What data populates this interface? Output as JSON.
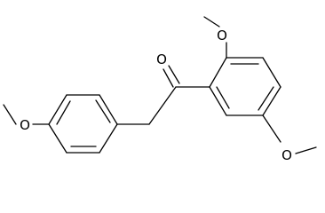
{
  "structure": {
    "atoms": {
      "carbonyl_oxygen": "O",
      "methoxy_oxygen_top": "O",
      "methoxy_oxygen_bottom_right": "O",
      "methoxy_oxygen_left": "O"
    }
  },
  "colors": {
    "background": "#ffffff",
    "bond": "#000000",
    "text": "#000000"
  }
}
